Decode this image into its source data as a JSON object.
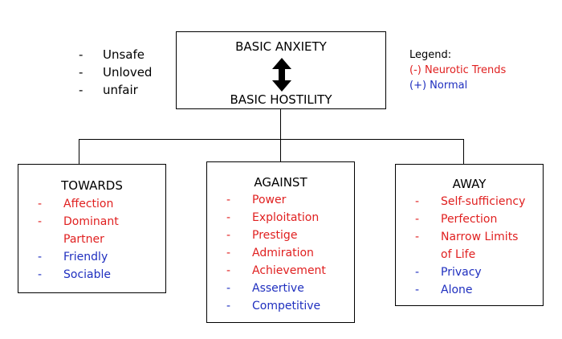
{
  "top_box": {
    "line1": "BASIC ANXIETY",
    "line2": "BASIC HOSTILITY"
  },
  "side_list": [
    {
      "bullet": "-",
      "text": "Unsafe"
    },
    {
      "bullet": "-",
      "text": "Unloved"
    },
    {
      "bullet": "-",
      "text": "unfair"
    }
  ],
  "legend": {
    "title": "Legend:",
    "neurotic": "(-) Neurotic Trends",
    "normal": "(+) Normal"
  },
  "colors": {
    "neurotic": "#e02020",
    "normal": "#1f2fbf",
    "line": "#000000"
  },
  "categories": [
    {
      "title": "TOWARDS",
      "items": [
        {
          "bullet": "-",
          "text": "Affection",
          "type": "neurotic"
        },
        {
          "bullet": "-",
          "text": "Dominant",
          "type": "neurotic"
        },
        {
          "bullet": "",
          "text": "Partner",
          "type": "neurotic"
        },
        {
          "bullet": "-",
          "text": "Friendly",
          "type": "normal"
        },
        {
          "bullet": "-",
          "text": "Sociable",
          "type": "normal"
        }
      ]
    },
    {
      "title": "AGAINST",
      "items": [
        {
          "bullet": "-",
          "text": "Power",
          "type": "neurotic"
        },
        {
          "bullet": "-",
          "text": "Exploitation",
          "type": "neurotic"
        },
        {
          "bullet": "-",
          "text": "Prestige",
          "type": "neurotic"
        },
        {
          "bullet": "-",
          "text": "Admiration",
          "type": "neurotic"
        },
        {
          "bullet": "-",
          "text": "Achievement",
          "type": "neurotic"
        },
        {
          "bullet": "-",
          "text": "Assertive",
          "type": "normal"
        },
        {
          "bullet": "-",
          "text": "Competitive",
          "type": "normal"
        }
      ]
    },
    {
      "title": "AWAY",
      "items": [
        {
          "bullet": "-",
          "text": "Self-sufficiency",
          "type": "neurotic"
        },
        {
          "bullet": "-",
          "text": "Perfection",
          "type": "neurotic"
        },
        {
          "bullet": "-",
          "text": "Narrow Limits",
          "type": "neurotic"
        },
        {
          "bullet": "",
          "text": "of Life",
          "type": "neurotic"
        },
        {
          "bullet": "-",
          "text": "Privacy",
          "type": "normal"
        },
        {
          "bullet": "-",
          "text": "Alone",
          "type": "normal"
        }
      ]
    }
  ]
}
